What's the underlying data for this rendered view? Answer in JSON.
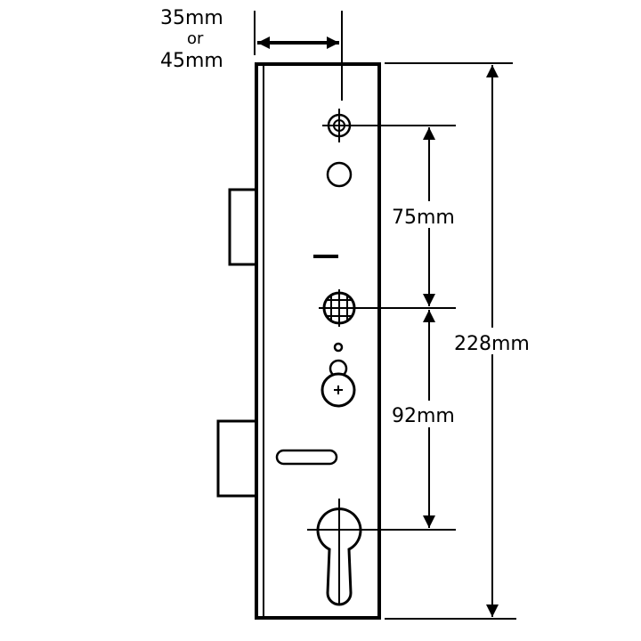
{
  "title": "Multipoint lock gearbox dimensions",
  "dimensions": {
    "backset_a": "35mm",
    "backset_or": "or",
    "backset_b": "45mm",
    "spindle_to_top": "75mm",
    "spindle_to_cylinder": "92mm",
    "total_height": "228mm"
  },
  "colors": {
    "line": "#000000",
    "background": "#ffffff"
  }
}
